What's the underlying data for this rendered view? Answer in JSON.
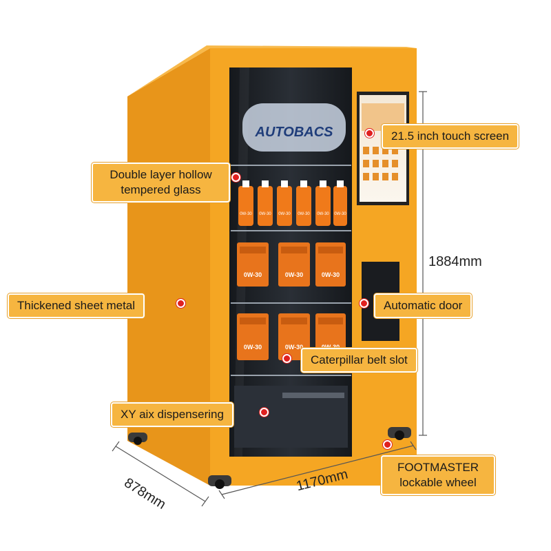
{
  "brand_sign": "AUTOBACS",
  "products": {
    "bottle_label": "0W-30",
    "can_label": "0W-30"
  },
  "callouts": {
    "glass": {
      "line1": "Double layer hollow",
      "line2": "tempered glass"
    },
    "touch_screen": "21.5 inch touch screen",
    "sheet_metal": "Thickened sheet metal",
    "automatic_door": "Automatic door",
    "belt_slot": "Caterpillar belt slot",
    "dispensing": "XY aix dispensering",
    "wheel": {
      "line1": "FOOTMASTER",
      "line2": "lockable wheel"
    }
  },
  "dimensions": {
    "height": "1884mm",
    "width": "1170mm",
    "depth": "878mm"
  },
  "colors": {
    "cabinet": "#f5a623",
    "cabinet_side": "#e8951a",
    "callout_bg": "#f6b540",
    "marker": "#e02020",
    "glass": "#1c1f24"
  }
}
